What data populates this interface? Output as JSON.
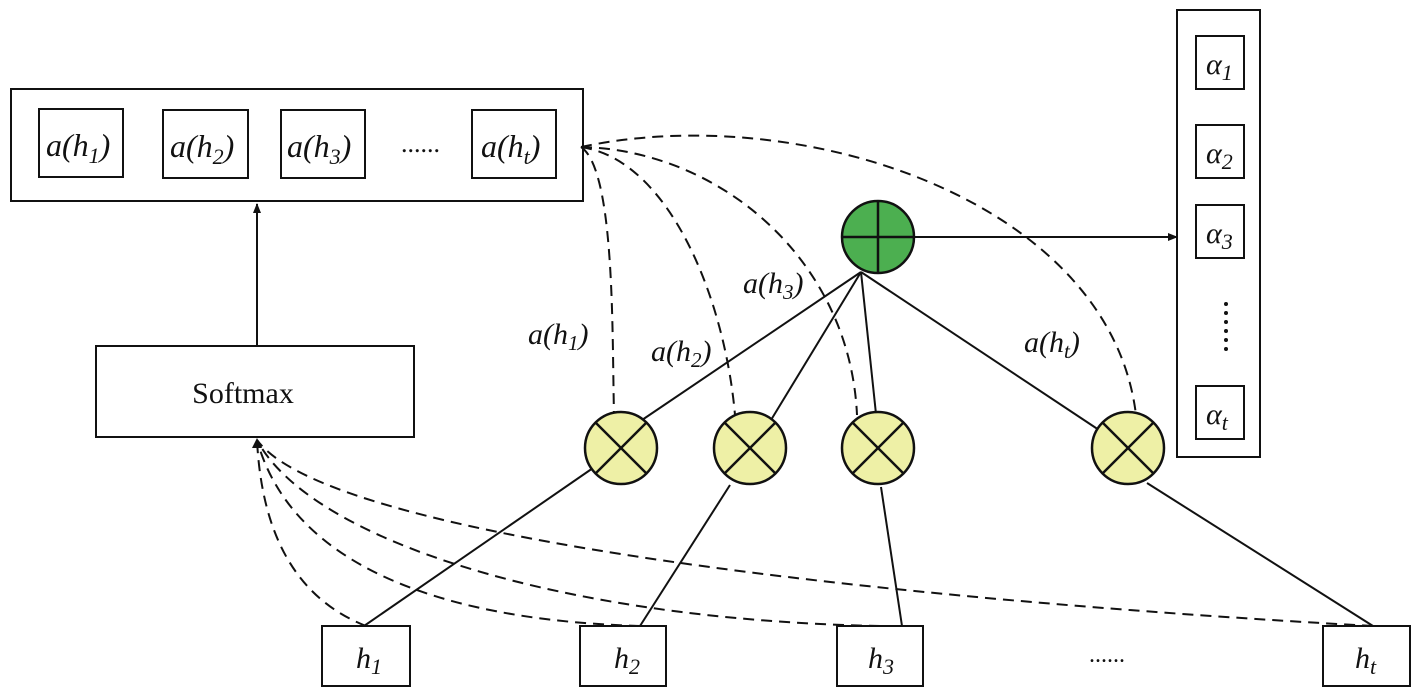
{
  "diagram": {
    "title": "Attention mechanism",
    "softmax_label": "Softmax",
    "attention_scores": [
      {
        "fn": "a",
        "var": "h",
        "sub": "1"
      },
      {
        "fn": "a",
        "var": "h",
        "sub": "2"
      },
      {
        "fn": "a",
        "var": "h",
        "sub": "3"
      },
      {
        "fn": "a",
        "var": "h",
        "sub": "t"
      }
    ],
    "score_ellipsis": "......",
    "weights": [
      {
        "sym": "α",
        "sub": "1"
      },
      {
        "sym": "α",
        "sub": "2"
      },
      {
        "sym": "α",
        "sub": "3"
      },
      {
        "sym": "α",
        "sub": "t"
      }
    ],
    "weight_ellipsis": "⋮",
    "hidden_states": [
      {
        "var": "h",
        "sub": "1"
      },
      {
        "var": "h",
        "sub": "2"
      },
      {
        "var": "h",
        "sub": "3"
      },
      {
        "var": "h",
        "sub": "t"
      }
    ],
    "hidden_ellipsis": "......",
    "edge_labels": [
      {
        "fn": "a",
        "var": "h",
        "sub": "1"
      },
      {
        "fn": "a",
        "var": "h",
        "sub": "2"
      },
      {
        "fn": "a",
        "var": "h",
        "sub": "3"
      },
      {
        "fn": "a",
        "var": "h",
        "sub": "t"
      }
    ],
    "multiply_nodes": [
      "multiply-1",
      "multiply-2",
      "multiply-3",
      "multiply-t"
    ],
    "sum_node": "sum",
    "colors": {
      "sum_fill": "#4caf50",
      "multiply_fill": "#eef0a6",
      "stroke": "#111111"
    }
  }
}
